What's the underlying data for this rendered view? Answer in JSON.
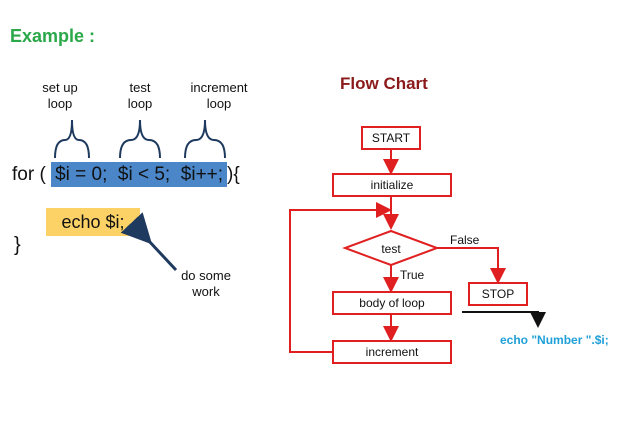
{
  "heading": "Example :",
  "labels": {
    "setup": "set up\nloop",
    "test": "test\nloop",
    "increment": "increment\nloop"
  },
  "code": {
    "for_open": "for (",
    "init": "$i = 0;",
    "test": "$i < 5;",
    "incr": "$i++;",
    "close": "){",
    "echo": "echo $i;",
    "brace": "}",
    "work": "do some\nwork"
  },
  "flow": {
    "title": "Flow Chart",
    "start": "START",
    "initialize": "initialize",
    "test": "test",
    "false_label": "False",
    "true_label": "True",
    "body": "body of loop",
    "increment": "increment",
    "stop": "STOP",
    "echo_number": "echo \"Number \".$i;"
  },
  "colors": {
    "heading": "#2aa84a",
    "highlight_blue": "#4a86c8",
    "echo_yellow": "#fcd166",
    "flow_red": "#e02020",
    "flow_title": "#8b1a1a",
    "echo_number": "#1fa0d8"
  }
}
